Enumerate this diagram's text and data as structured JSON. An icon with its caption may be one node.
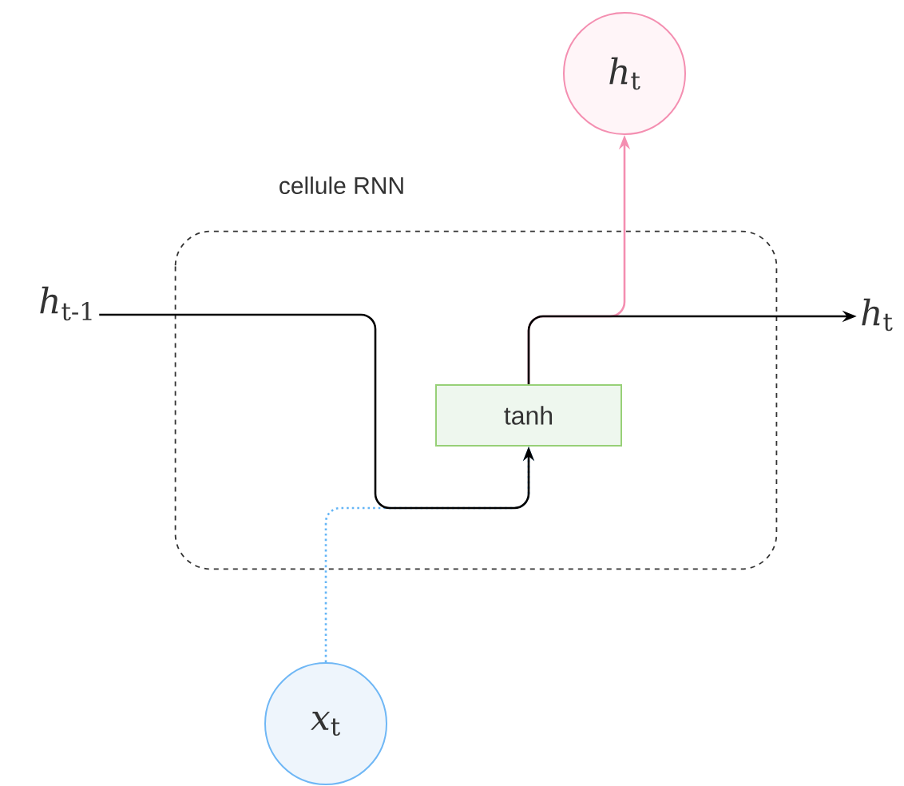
{
  "diagram": {
    "nodes": [
      {
        "text": [
          "cellule RNN"
        ]
      },
      {
        "text": [
          "tanh"
        ],
        "in": 0
      },
      {
        "text": [
          "*h*$_{t}$"
        ]
      },
      {
        "text": [
          "*x*$_{t}$"
        ]
      },
      {
        "text": [
          "*h*$_{t-1}$"
        ]
      },
      {
        "text": [
          "*h*$_{t}$"
        ]
      }
    ],
    "edges": [
      {
        "from": 4,
        "to": 1,
        "arrow": "to"
      },
      {
        "from": 3,
        "to": 1,
        "arrow": "to",
        "style": "dashed",
        "color": "#64b5f6"
      },
      {
        "from": 1,
        "to": 2,
        "arrow": "to",
        "color": "#f48fb1"
      },
      {
        "from": 1,
        "to": 5,
        "arrow": "to"
      }
    ]
  }
}
